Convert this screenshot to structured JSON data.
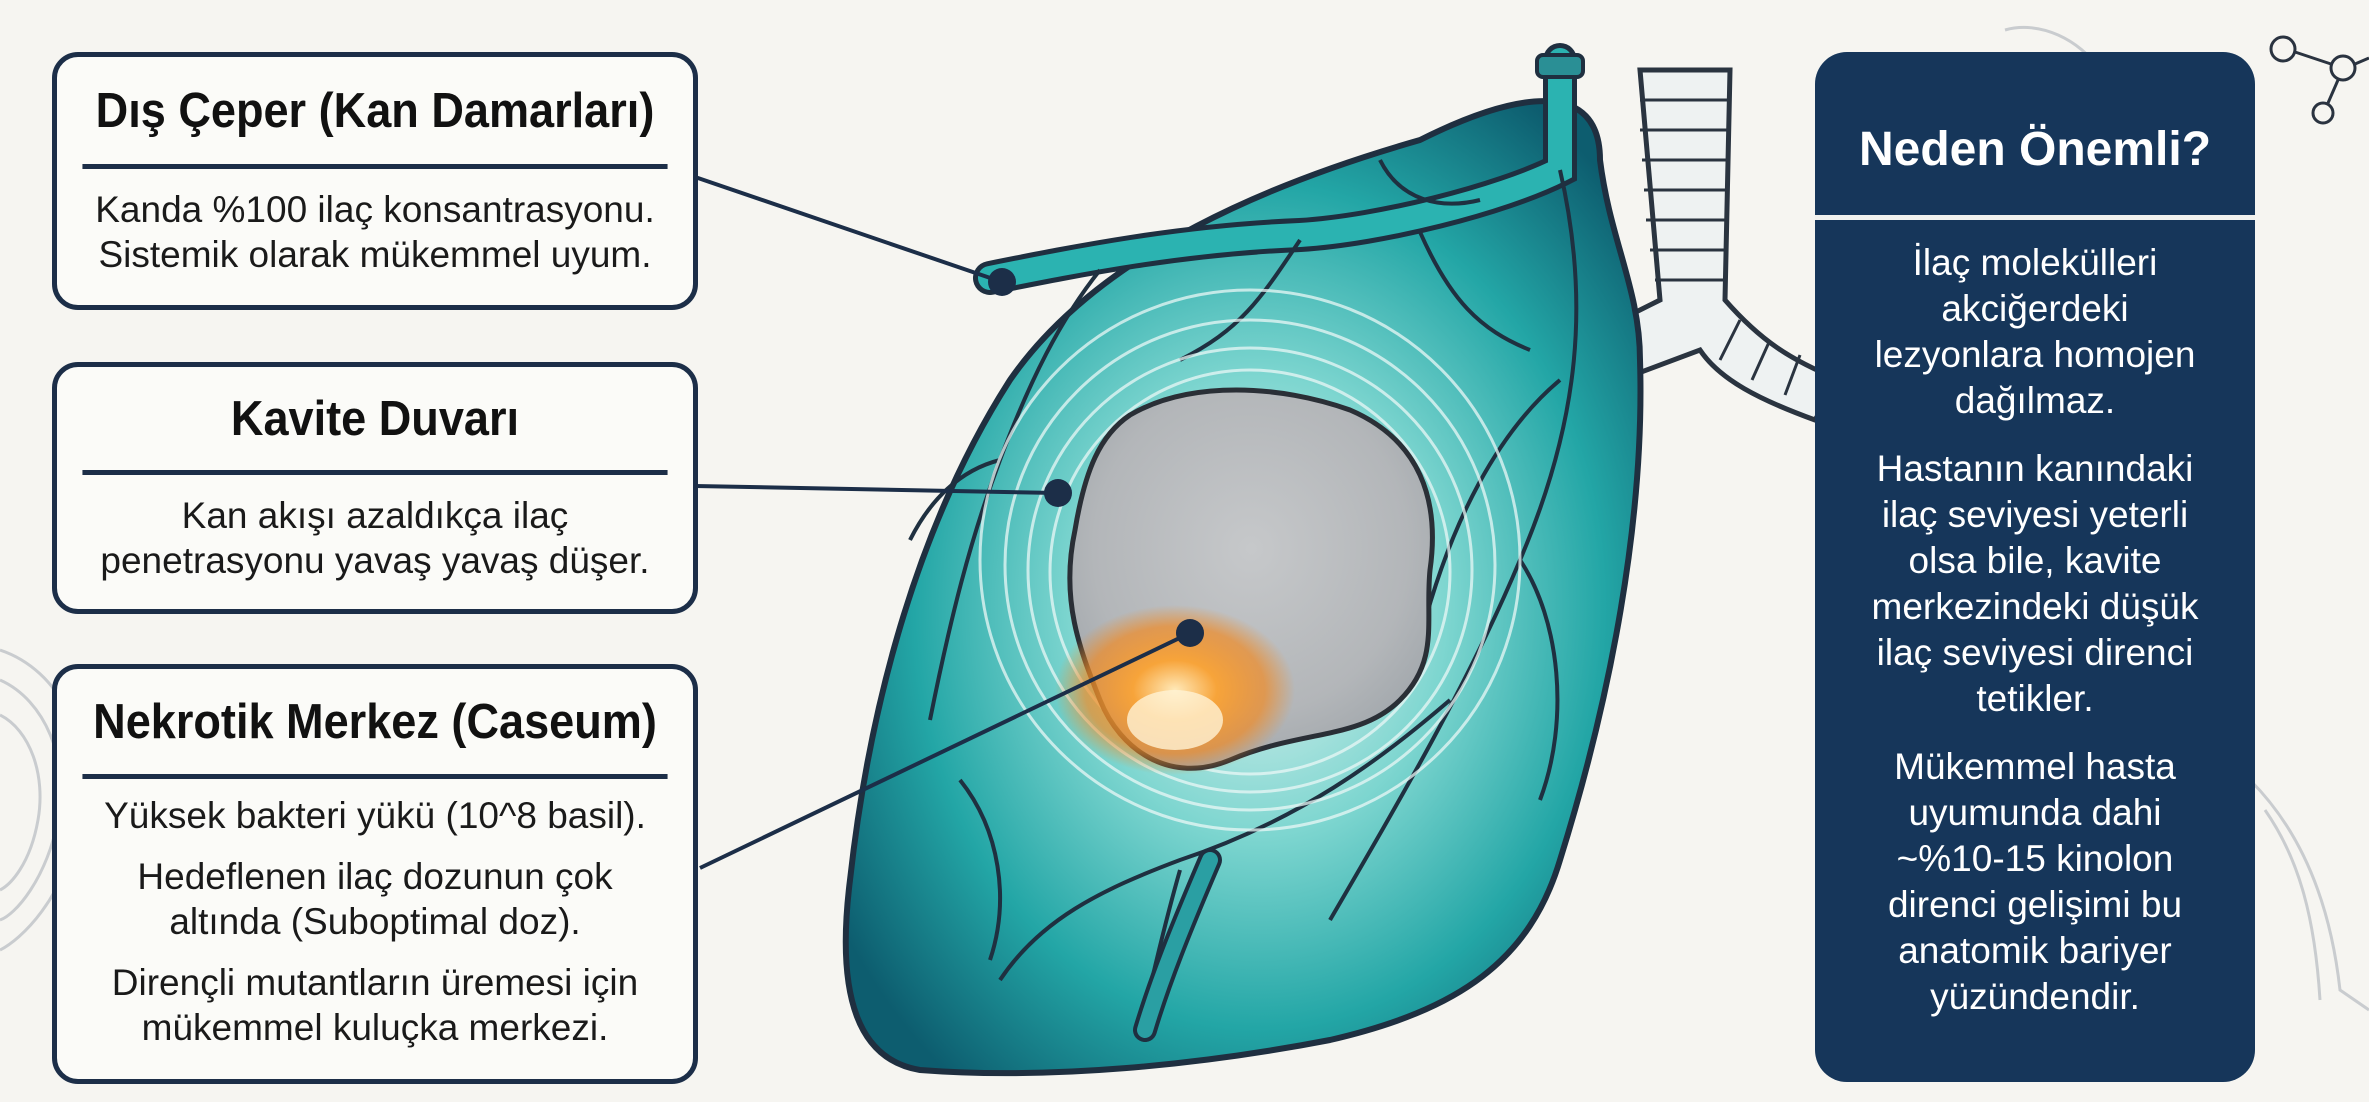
{
  "callouts": [
    {
      "title": "Dış Çeper (Kan Damarları)",
      "lines": [
        "Kanda %100 ilaç konsantrasyonu.",
        "Sistemik olarak mükemmel uyum."
      ]
    },
    {
      "title": "Kavite Duvarı",
      "lines": [
        "Kan akışı azaldıkça ilaç",
        "penetrasyonu yavaş yavaş düşer."
      ]
    },
    {
      "title": "Nekrotik Merkez (Caseum)",
      "paragraphs": [
        "Yüksek bakteri yükü (10^8 basil).",
        "Hedeflenen ilaç dozunun çok altında (Suboptimal doz).",
        "Dirençli mutantların üremesi için mükemmel kuluçka merkezi."
      ]
    }
  ],
  "sidebar": {
    "title": "Neden Önemli?",
    "paragraphs": [
      "İlaç molekülleri akciğerdeki lezyonlara homojen dağılmaz.",
      "Hastanın kanındaki ilaç seviyesi yeterli olsa bile, kavite merkezindeki düşük ilaç seviyesi direnci tetikler.",
      "Mükemmel hasta uyumunda dahi ~%10-15 kinolon direnci gelişimi bu anatomik bariyer yüzündendir."
    ]
  },
  "colors": {
    "navy": "#16365a",
    "outline": "#1c2e48",
    "lung_teal": "#2bb3b1",
    "cavity_grey": "#b9bbbd",
    "necrotic_orange": "#f08a24"
  },
  "icons": [
    "lung-illustration-icon",
    "molecule-icon"
  ]
}
